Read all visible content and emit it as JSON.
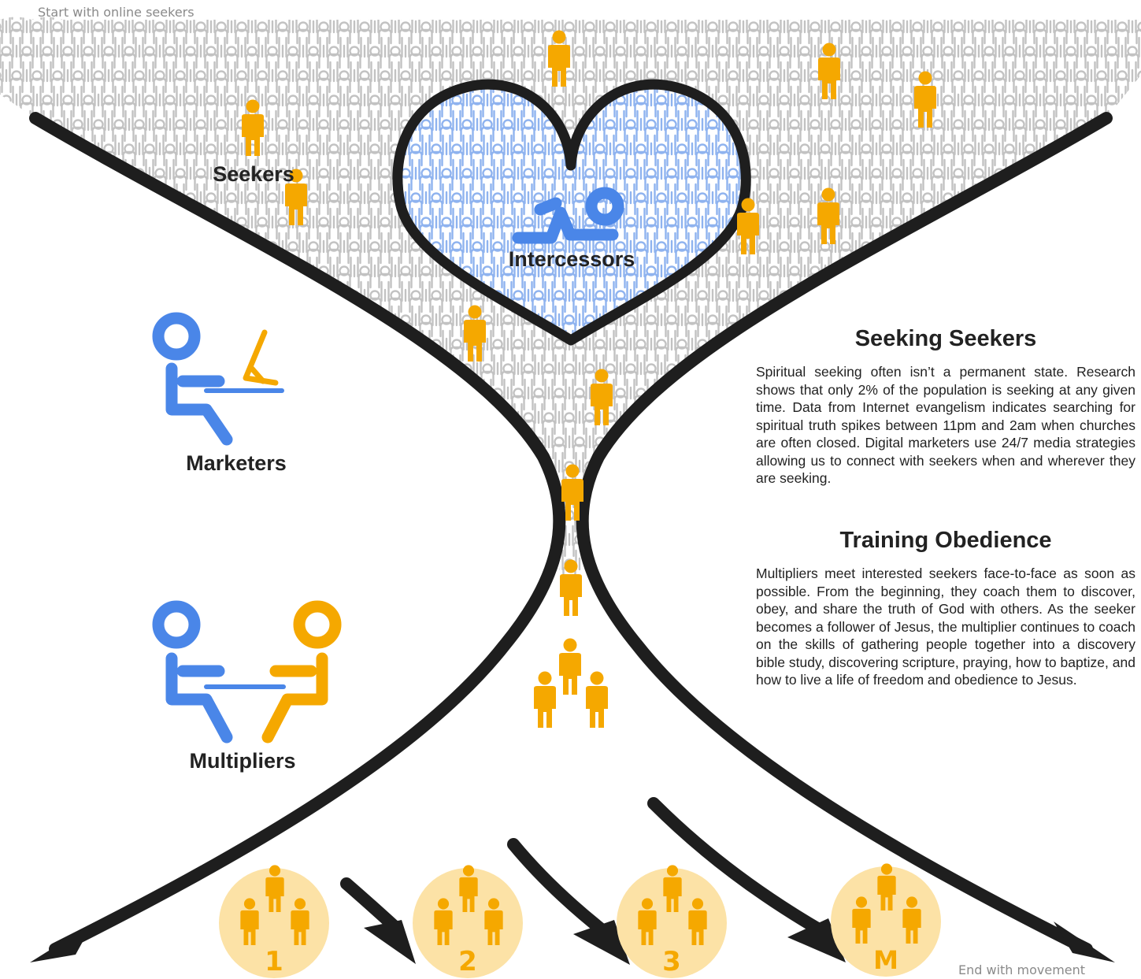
{
  "corner_notes": {
    "start": "Start with online seekers",
    "end": "End with movement"
  },
  "roles": {
    "seekers": "Seekers",
    "intercessors": "Intercessors",
    "marketers": "Marketers",
    "multipliers": "Multipliers"
  },
  "sections": [
    {
      "title": "Seeking Seekers",
      "body": "Spiritual seeking often isn’t a permanent state. Research shows that only 2% of the population is seeking at any given time. Data from Internet evangelism indicates searching for spiritual truth spikes between 11pm and 2am when churches are often closed. Digital marketers use 24/7 media strategies allowing us to connect with seekers when and wherever they are seeking."
    },
    {
      "title": "Training Obedience",
      "body": "Multipliers meet interested seekers face-to-face as soon as possible. From the beginning, they coach them to discover, obey, and share the truth of God with others. As the seeker becomes a follower of Jesus, the multiplier continues to coach on the skills of gathering people together into a discovery bible study, discovering scripture, praying,  how to baptize, and how to live a life of freedom and obedience to Jesus."
    }
  ],
  "groups": [
    "1",
    "2",
    "3",
    "M"
  ],
  "colors": {
    "accent_orange": "#F5A800",
    "accent_blue": "#4A86E8",
    "group_circle": "#FCE2A6",
    "funnel_stroke": "#1e1e1e",
    "crowd_gray": "#c4c4c4"
  },
  "icons": [
    "person-icon",
    "praying-person-icon",
    "heart-icon",
    "group-icon",
    "arrow-icon"
  ]
}
